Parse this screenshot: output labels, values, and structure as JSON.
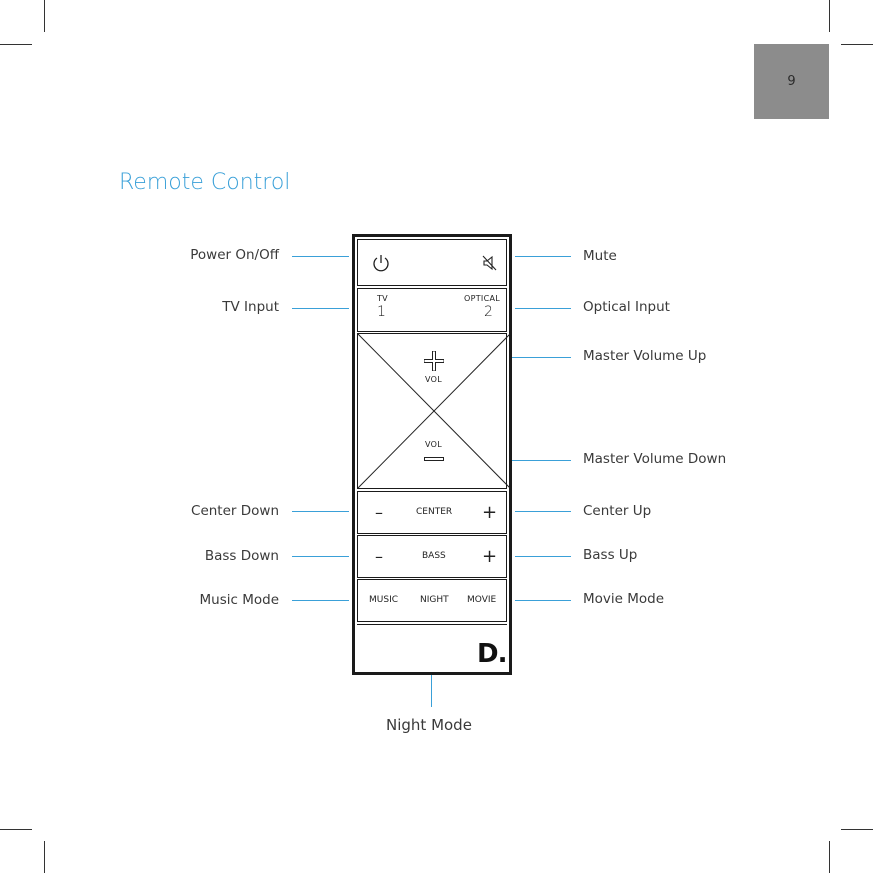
{
  "page": {
    "number": "9"
  },
  "title": "Remote Control",
  "labels": {
    "power": "Power On/Off",
    "tv_input": "TV Input",
    "center_down": "Center Down",
    "bass_down": "Bass Down",
    "music_mode": "Music Mode",
    "mute": "Mute",
    "optical_input": "Optical Input",
    "master_volume_up": "Master Volume Up",
    "master_volume_down": "Master Volume Down",
    "center_up": "Center Up",
    "bass_up": "Bass Up",
    "movie_mode": "Movie Mode",
    "night_mode": "Night Mode"
  },
  "remote": {
    "tv_label": "TV",
    "tv_digit": "1",
    "optical_label": "OPTICAL",
    "optical_digit": "2",
    "vol_up_label": "VOL",
    "vol_down_label": "VOL",
    "center_label": "CENTER",
    "bass_label": "BASS",
    "music_label": "MUSIC",
    "night_label": "NIGHT",
    "movie_label": "MOVIE",
    "minus_sign": "–",
    "plus_sign": "+",
    "logo": "D."
  },
  "colors": {
    "accent": "#3aa0d8",
    "tab": "#8c8c8c",
    "outline": "#1a1a1a"
  }
}
